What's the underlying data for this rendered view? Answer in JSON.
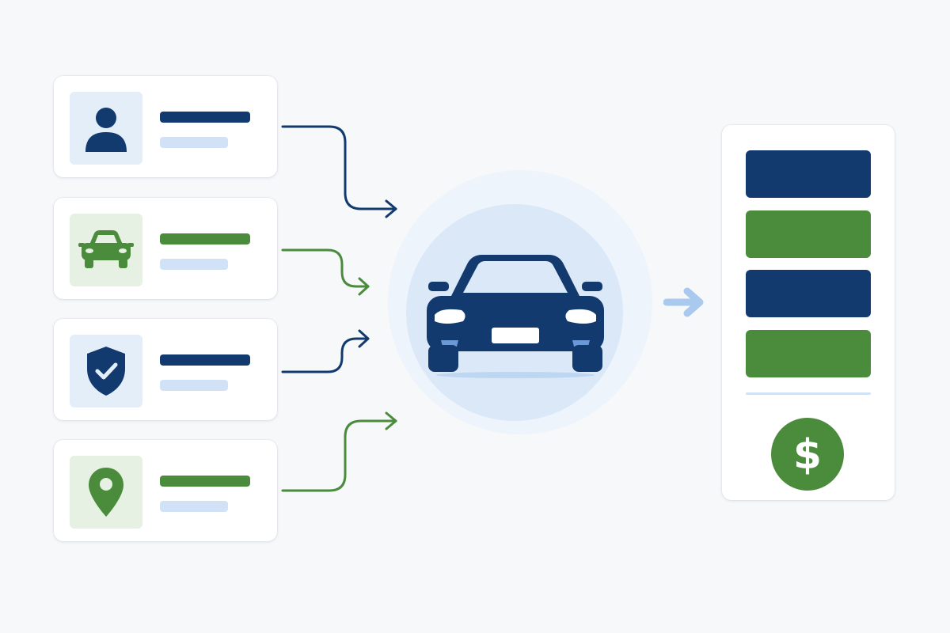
{
  "colors": {
    "navy": "#123a6e",
    "green": "#4a8c3c",
    "light_blue": "#d2e2f6",
    "tile_blue": "#e4eef9",
    "tile_green": "#e7f1e3",
    "hub_outer": "#eef4fc",
    "hub_inner": "#dbe8f8",
    "arrow_light": "#a9c9ef",
    "background": "#f7f8fa"
  },
  "input_cards": [
    {
      "icon": "person-icon",
      "accent": "navy"
    },
    {
      "icon": "car-icon",
      "accent": "green"
    },
    {
      "icon": "shield-check-icon",
      "accent": "navy"
    },
    {
      "icon": "location-pin-icon",
      "accent": "green"
    }
  ],
  "hub": {
    "icon": "car-front-icon"
  },
  "result": {
    "bars": [
      "navy",
      "green",
      "navy",
      "green"
    ],
    "badge_icon": "dollar-icon",
    "badge_symbol": "$"
  }
}
